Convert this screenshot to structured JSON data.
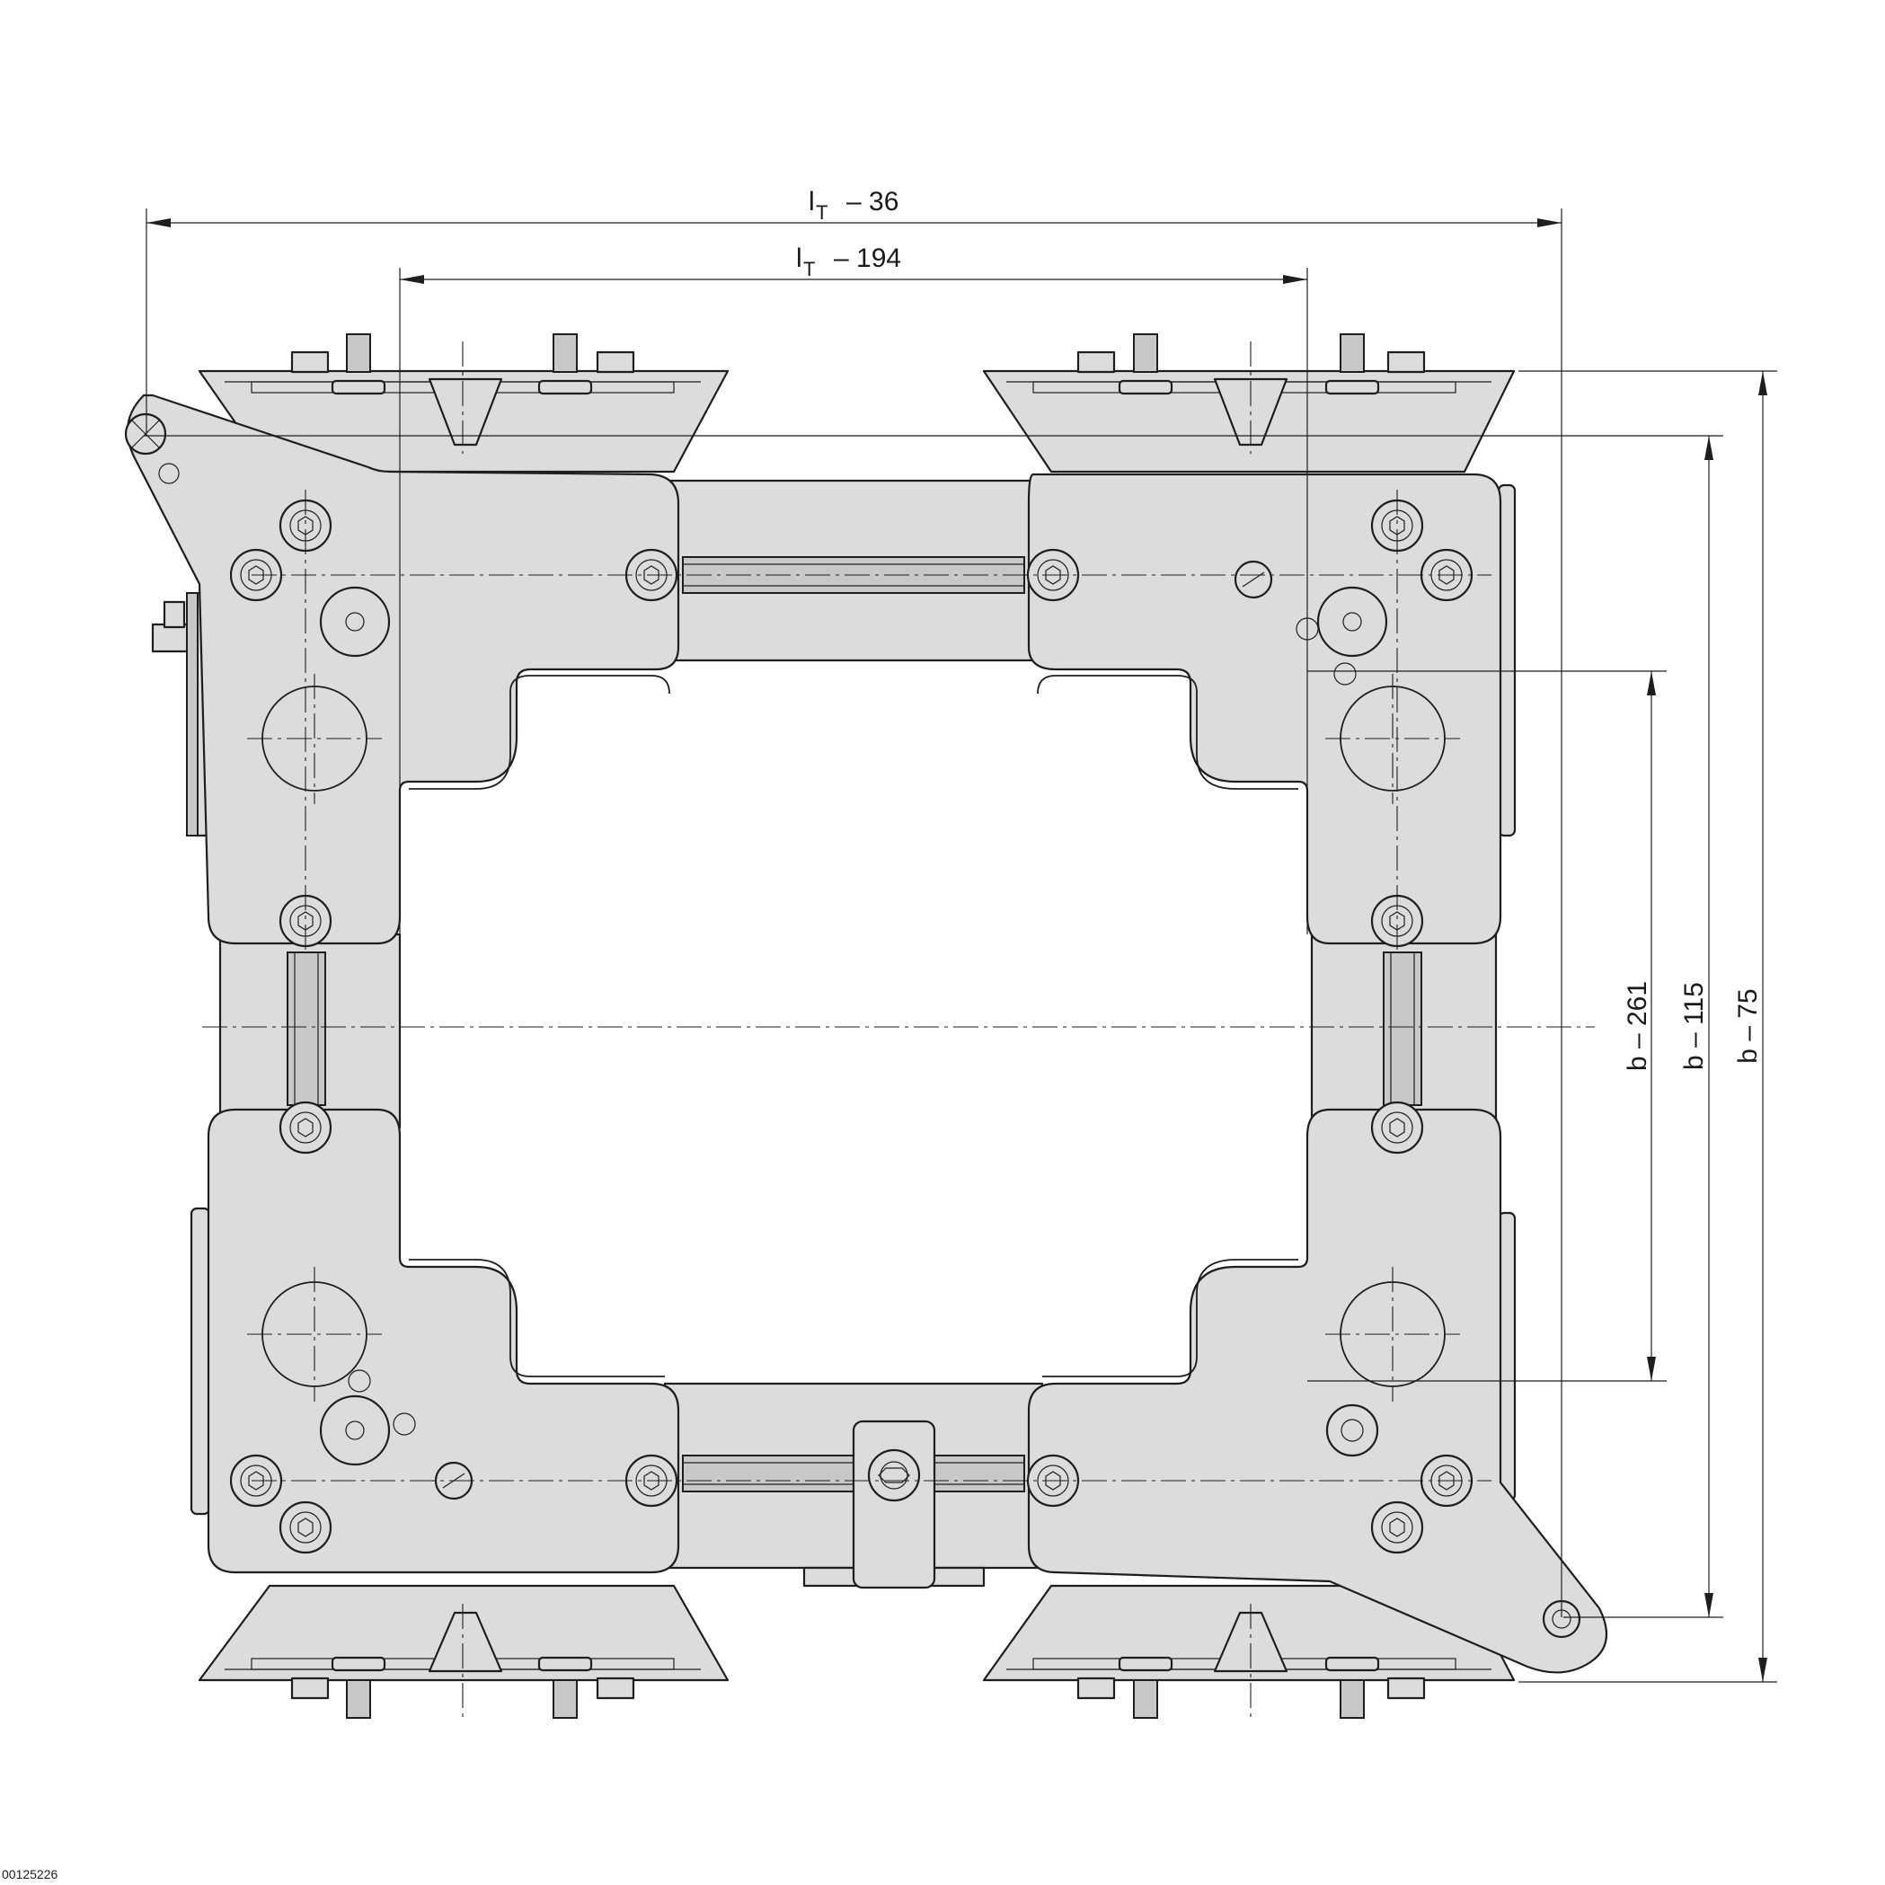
{
  "dimensions": {
    "overall_width": {
      "symbol": "l",
      "subscript": "T",
      "value": "– 36"
    },
    "inner_width": {
      "symbol": "l",
      "subscript": "T",
      "value": "– 194"
    },
    "height_inner": "b – 261",
    "height_mid": "b – 115",
    "height_outer": "b – 75"
  },
  "image_id": "00125226"
}
